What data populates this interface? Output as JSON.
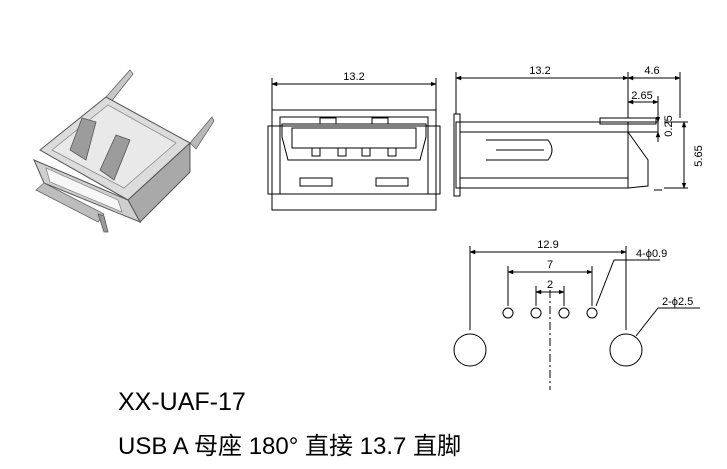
{
  "front_view": {
    "width_label": "13.2"
  },
  "side_view": {
    "length_label": "13.2",
    "depth_label": "4.6",
    "offset_label": "2.65",
    "thickness_label": "0.25",
    "height_label": "5.65"
  },
  "footprint": {
    "outer_span_label": "12.9",
    "mid_span_label": "7",
    "inner_span_label": "2",
    "small_hole_label": "4-ϕ0.9",
    "large_hole_label": "2-ϕ2.5"
  },
  "title_block": {
    "model": "XX-UAF-17",
    "description": "USB A 母座 180°  直接 13.7 直脚"
  }
}
